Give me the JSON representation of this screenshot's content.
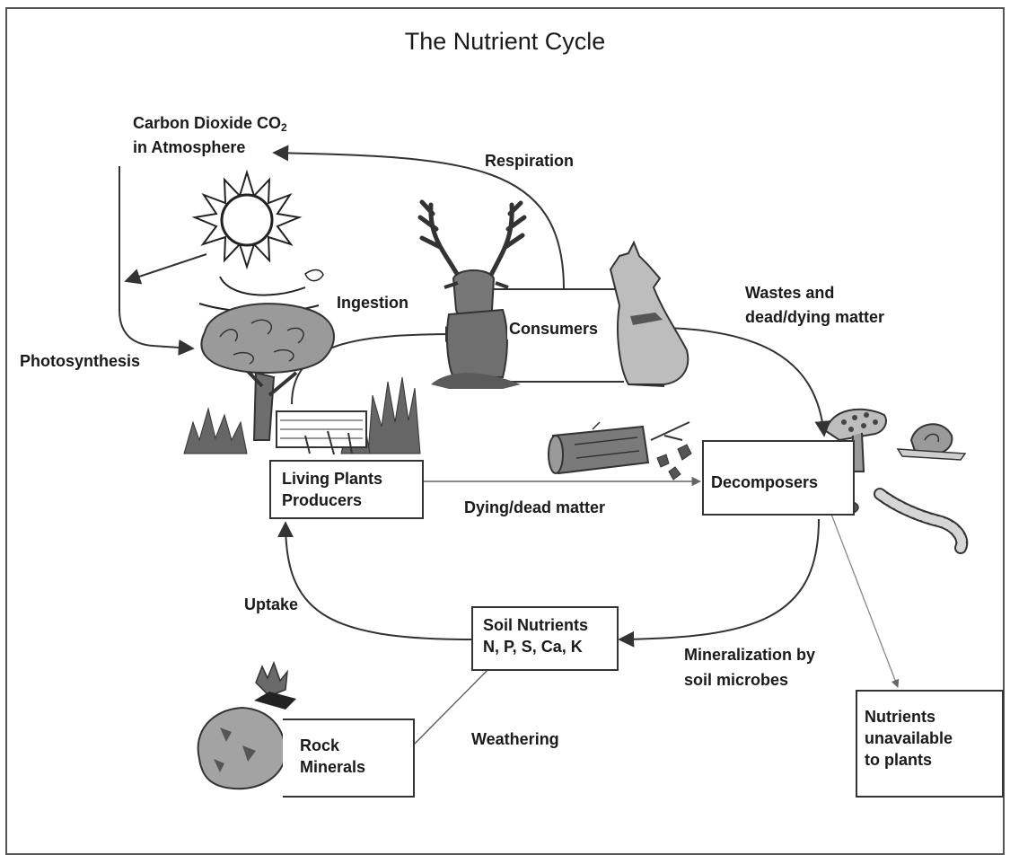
{
  "title": "The Nutrient Cycle",
  "nodes": {
    "co2": {
      "line1": "Carbon Dioxide CO",
      "sub": "2",
      "line2": "in Atmosphere"
    },
    "consumers": {
      "label": "Consumers"
    },
    "producers": {
      "line1": "Living Plants",
      "line2": "Producers"
    },
    "decomposers": {
      "label": "Decomposers"
    },
    "soil": {
      "line1": "Soil Nutrients",
      "line2": "N, P, S, Ca, K"
    },
    "rock": {
      "line1": "Rock",
      "line2": "Minerals"
    },
    "unavailable": {
      "line1": "Nutrients",
      "line2": "unavailable",
      "line3": "to plants"
    }
  },
  "processes": {
    "respiration": "Respiration",
    "photosynthesis": "Photosynthesis",
    "ingestion": "Ingestion",
    "wastes_line1": "Wastes and",
    "wastes_line2": "dead/dying matter",
    "dying": "Dying/dead matter",
    "uptake": "Uptake",
    "mineralization_line1": "Mineralization by",
    "mineralization_line2": "soil microbes",
    "weathering": "Weathering"
  },
  "illustrations": [
    "sun-icon",
    "tree-icon",
    "grass-icon",
    "deer-icon",
    "wolf-icon",
    "log-icon",
    "leaves-icon",
    "mushroom-icon",
    "snail-icon",
    "worm-icon",
    "beetle-icon",
    "rock-icon",
    "crystal-icon"
  ],
  "colors": {
    "line": "#333333",
    "art_dark": "#3a3a3a",
    "art_mid": "#888888",
    "art_light": "#c8c8c8"
  }
}
